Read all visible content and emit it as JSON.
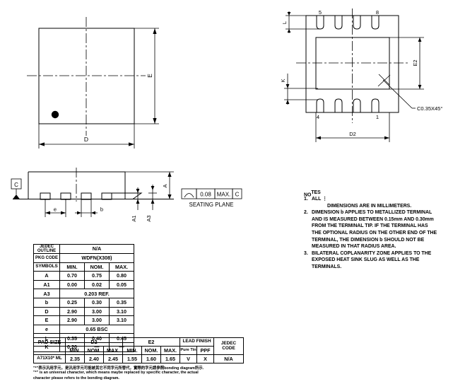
{
  "document": {
    "type": "mechanical-package-outline-drawing",
    "package": "WDFN(X308)"
  },
  "top_view": {
    "dim_width_label": "D",
    "dim_height_label": "E",
    "pin1_marker": "pin1-dot"
  },
  "bottom_view": {
    "pin_top_left": "5",
    "pin_top_right": "8",
    "pin_bottom_left": "4",
    "pin_bottom_right": "1",
    "dim_d2": "D2",
    "dim_e2": "E2",
    "dim_l": "L",
    "dim_k": "K",
    "chamfer_note": "C0.35X45°"
  },
  "side_view": {
    "datum_label": "C",
    "dim_e": "e",
    "dim_b": "b",
    "dim_a": "A",
    "dim_a1": "A1",
    "dim_a3": "A3",
    "flatness_value": "0.08",
    "flatness_modifier": "MAX.",
    "flatness_datum": "C",
    "seating_plane_label": "SEATING PLANE"
  },
  "symbol_table": {
    "row_jedec_outline": {
      "label": "JEDEC OUTLINE",
      "value": "N/A"
    },
    "row_pkg_code": {
      "label": "PKG CODE",
      "value": "WDFN(X308)"
    },
    "header": {
      "label": "SYMBOLS",
      "min": "MIN.",
      "nom": "NOM.",
      "max": "MAX."
    },
    "rows": [
      {
        "symbol": "A",
        "min": "0.70",
        "nom": "0.75",
        "max": "0.80",
        "span": null
      },
      {
        "symbol": "A1",
        "min": "0.00",
        "nom": "0.02",
        "max": "0.05",
        "span": null
      },
      {
        "symbol": "A3",
        "min": "",
        "nom": "",
        "max": "",
        "span": "0.203  REF."
      },
      {
        "symbol": "b",
        "min": "0.25",
        "nom": "0.30",
        "max": "0.35",
        "span": null
      },
      {
        "symbol": "D",
        "min": "2.90",
        "nom": "3.00",
        "max": "3.10",
        "span": null
      },
      {
        "symbol": "E",
        "min": "2.90",
        "nom": "3.00",
        "max": "3.10",
        "span": null
      },
      {
        "symbol": "e",
        "min": "",
        "nom": "",
        "max": "",
        "span": "0.65  BSC"
      },
      {
        "symbol": "L",
        "min": "0.35",
        "nom": "0.40",
        "max": "0.45",
        "span": null
      },
      {
        "symbol": "K",
        "min": "0.20",
        "nom": "—",
        "max": "—",
        "span": null
      }
    ]
  },
  "pad_table": {
    "header1": {
      "pad_size": "PAD SIZE",
      "d2": "D2",
      "e2": "E2",
      "lead_finish": "LEAD FINISH",
      "jedec_code": "JEDEC CODE"
    },
    "header2": {
      "d2_min": "MIN.",
      "d2_nom": "NOM.",
      "d2_max": "MAX.",
      "e2_min": "MIN.",
      "e2_nom": "NOM.",
      "e2_max": "MAX.",
      "pure_tin": "Pure Tin",
      "ppf": "PPF"
    },
    "row": {
      "code": "A71X10* ML",
      "d2_min": "2.35",
      "d2_nom": "2.40",
      "d2_max": "2.45",
      "e2_min": "1.55",
      "e2_nom": "1.60",
      "e2_max": "1.65",
      "pure_tin": "V",
      "ppf": "X",
      "jedec_code": "N/A"
    }
  },
  "footnotes": {
    "line_cn": "\"*\"表示汎用字元，是汎用字元可能被其它不同字元所替代，實際的字元請參照bonding diagram所示.",
    "line_en_1": "\"*\" is an universal character, which means maybe replaced by specific character, the actual",
    "line_en_2": "character please refers to the bonding diagram."
  },
  "notes": {
    "title": "NOTES",
    "title_prefix": "NO",
    "title_suffix": "TES",
    "items": [
      {
        "num": "1.",
        "text": "ALL ⋮"
      },
      {
        "num": "",
        "text": "DIMENSIONS ARE IN MILLIMETERS."
      },
      {
        "num": "2.",
        "text": "DIMENSION b APPLIES TO METALLIZED TERMINAL"
      },
      {
        "num": "",
        "text": "AND IS MEASURED BETWEEN 0.15mm AND 0.30mm"
      },
      {
        "num": "",
        "text": "FROM THE TERMINAL TIP. IF THE TERMINAL HAS"
      },
      {
        "num": "",
        "text": "THE OPTIONAL RADIUS ON THE OTHER END OF THE"
      },
      {
        "num": "",
        "text": "TERMINAL, THE DIMENSION b SHOULD NOT BE"
      },
      {
        "num": "",
        "text": "MEASURED IN THAT RADIUS AREA."
      },
      {
        "num": "3.",
        "text": "BILATERAL COPLANARITY ZONE APPLIES TO THE"
      },
      {
        "num": "",
        "text": "EXPOSED HEAT SINK SLUG AS WELL AS THE"
      },
      {
        "num": "",
        "text": "TERMINALS."
      }
    ]
  },
  "colors": {
    "line": "#000000",
    "background": "#ffffff"
  }
}
